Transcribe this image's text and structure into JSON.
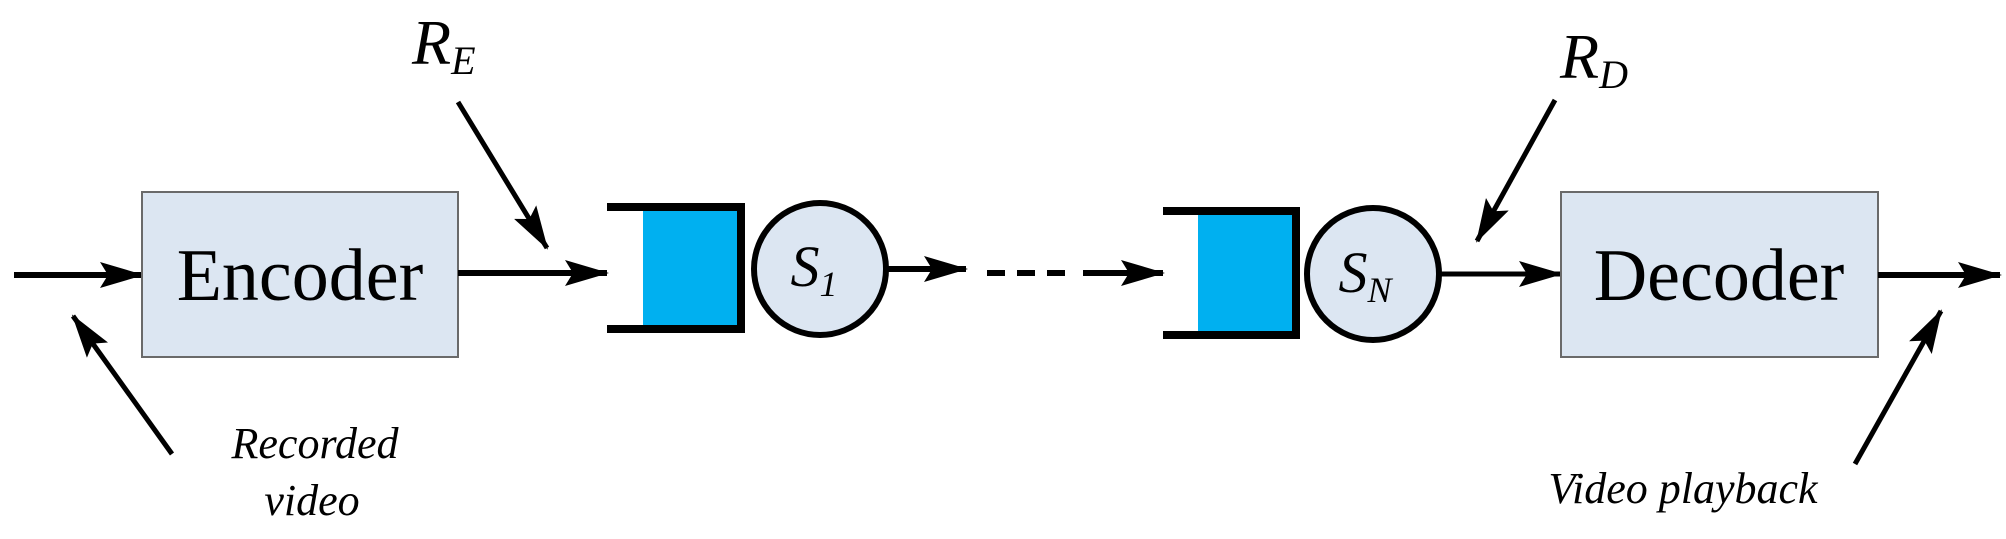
{
  "blocks": {
    "encoder": "Encoder",
    "decoder": "Decoder"
  },
  "servers": {
    "first": {
      "symbol": "S",
      "subscript": "1"
    },
    "last": {
      "symbol": "S",
      "subscript": "N"
    }
  },
  "rates": {
    "encoder": {
      "symbol": "R",
      "subscript": "E"
    },
    "decoder": {
      "symbol": "R",
      "subscript": "D"
    }
  },
  "annotations": {
    "input_line1": "Recorded",
    "input_line2": "video",
    "output": "Video playback"
  },
  "colors": {
    "block_fill": "#dce6f2",
    "block_stroke": "#6a6a6a",
    "queue_fill": "#00b0f0",
    "server_fill": "#dce6f2",
    "ink": "#000000"
  }
}
